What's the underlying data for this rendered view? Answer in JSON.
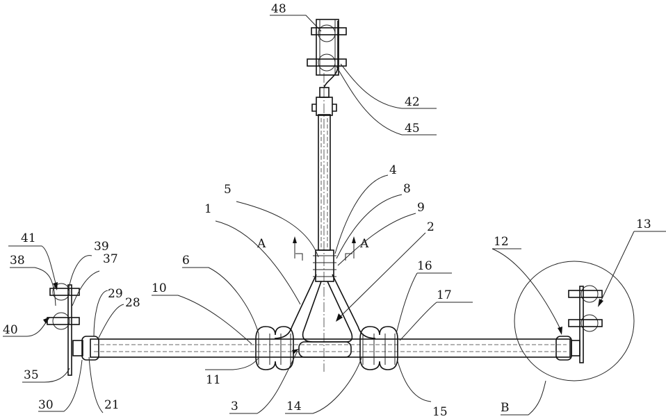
{
  "figure": {
    "labels": {
      "l48": "48",
      "l42": "42",
      "l45": "45",
      "l4": "4",
      "l8": "8",
      "l9": "9",
      "l5": "5",
      "l1": "1",
      "l2": "2",
      "lA1": "A",
      "lA2": "A",
      "l6": "6",
      "l10": "10",
      "l16": "16",
      "l17": "17",
      "l12": "12",
      "l13": "13",
      "l41": "41",
      "l39": "39",
      "l38": "38",
      "l37": "37",
      "l29": "29",
      "l28": "28",
      "l40": "40",
      "l35": "35",
      "l30": "30",
      "l21": "21",
      "l11": "11",
      "l3": "3",
      "l14": "14",
      "l15": "15",
      "lB": "B"
    }
  }
}
